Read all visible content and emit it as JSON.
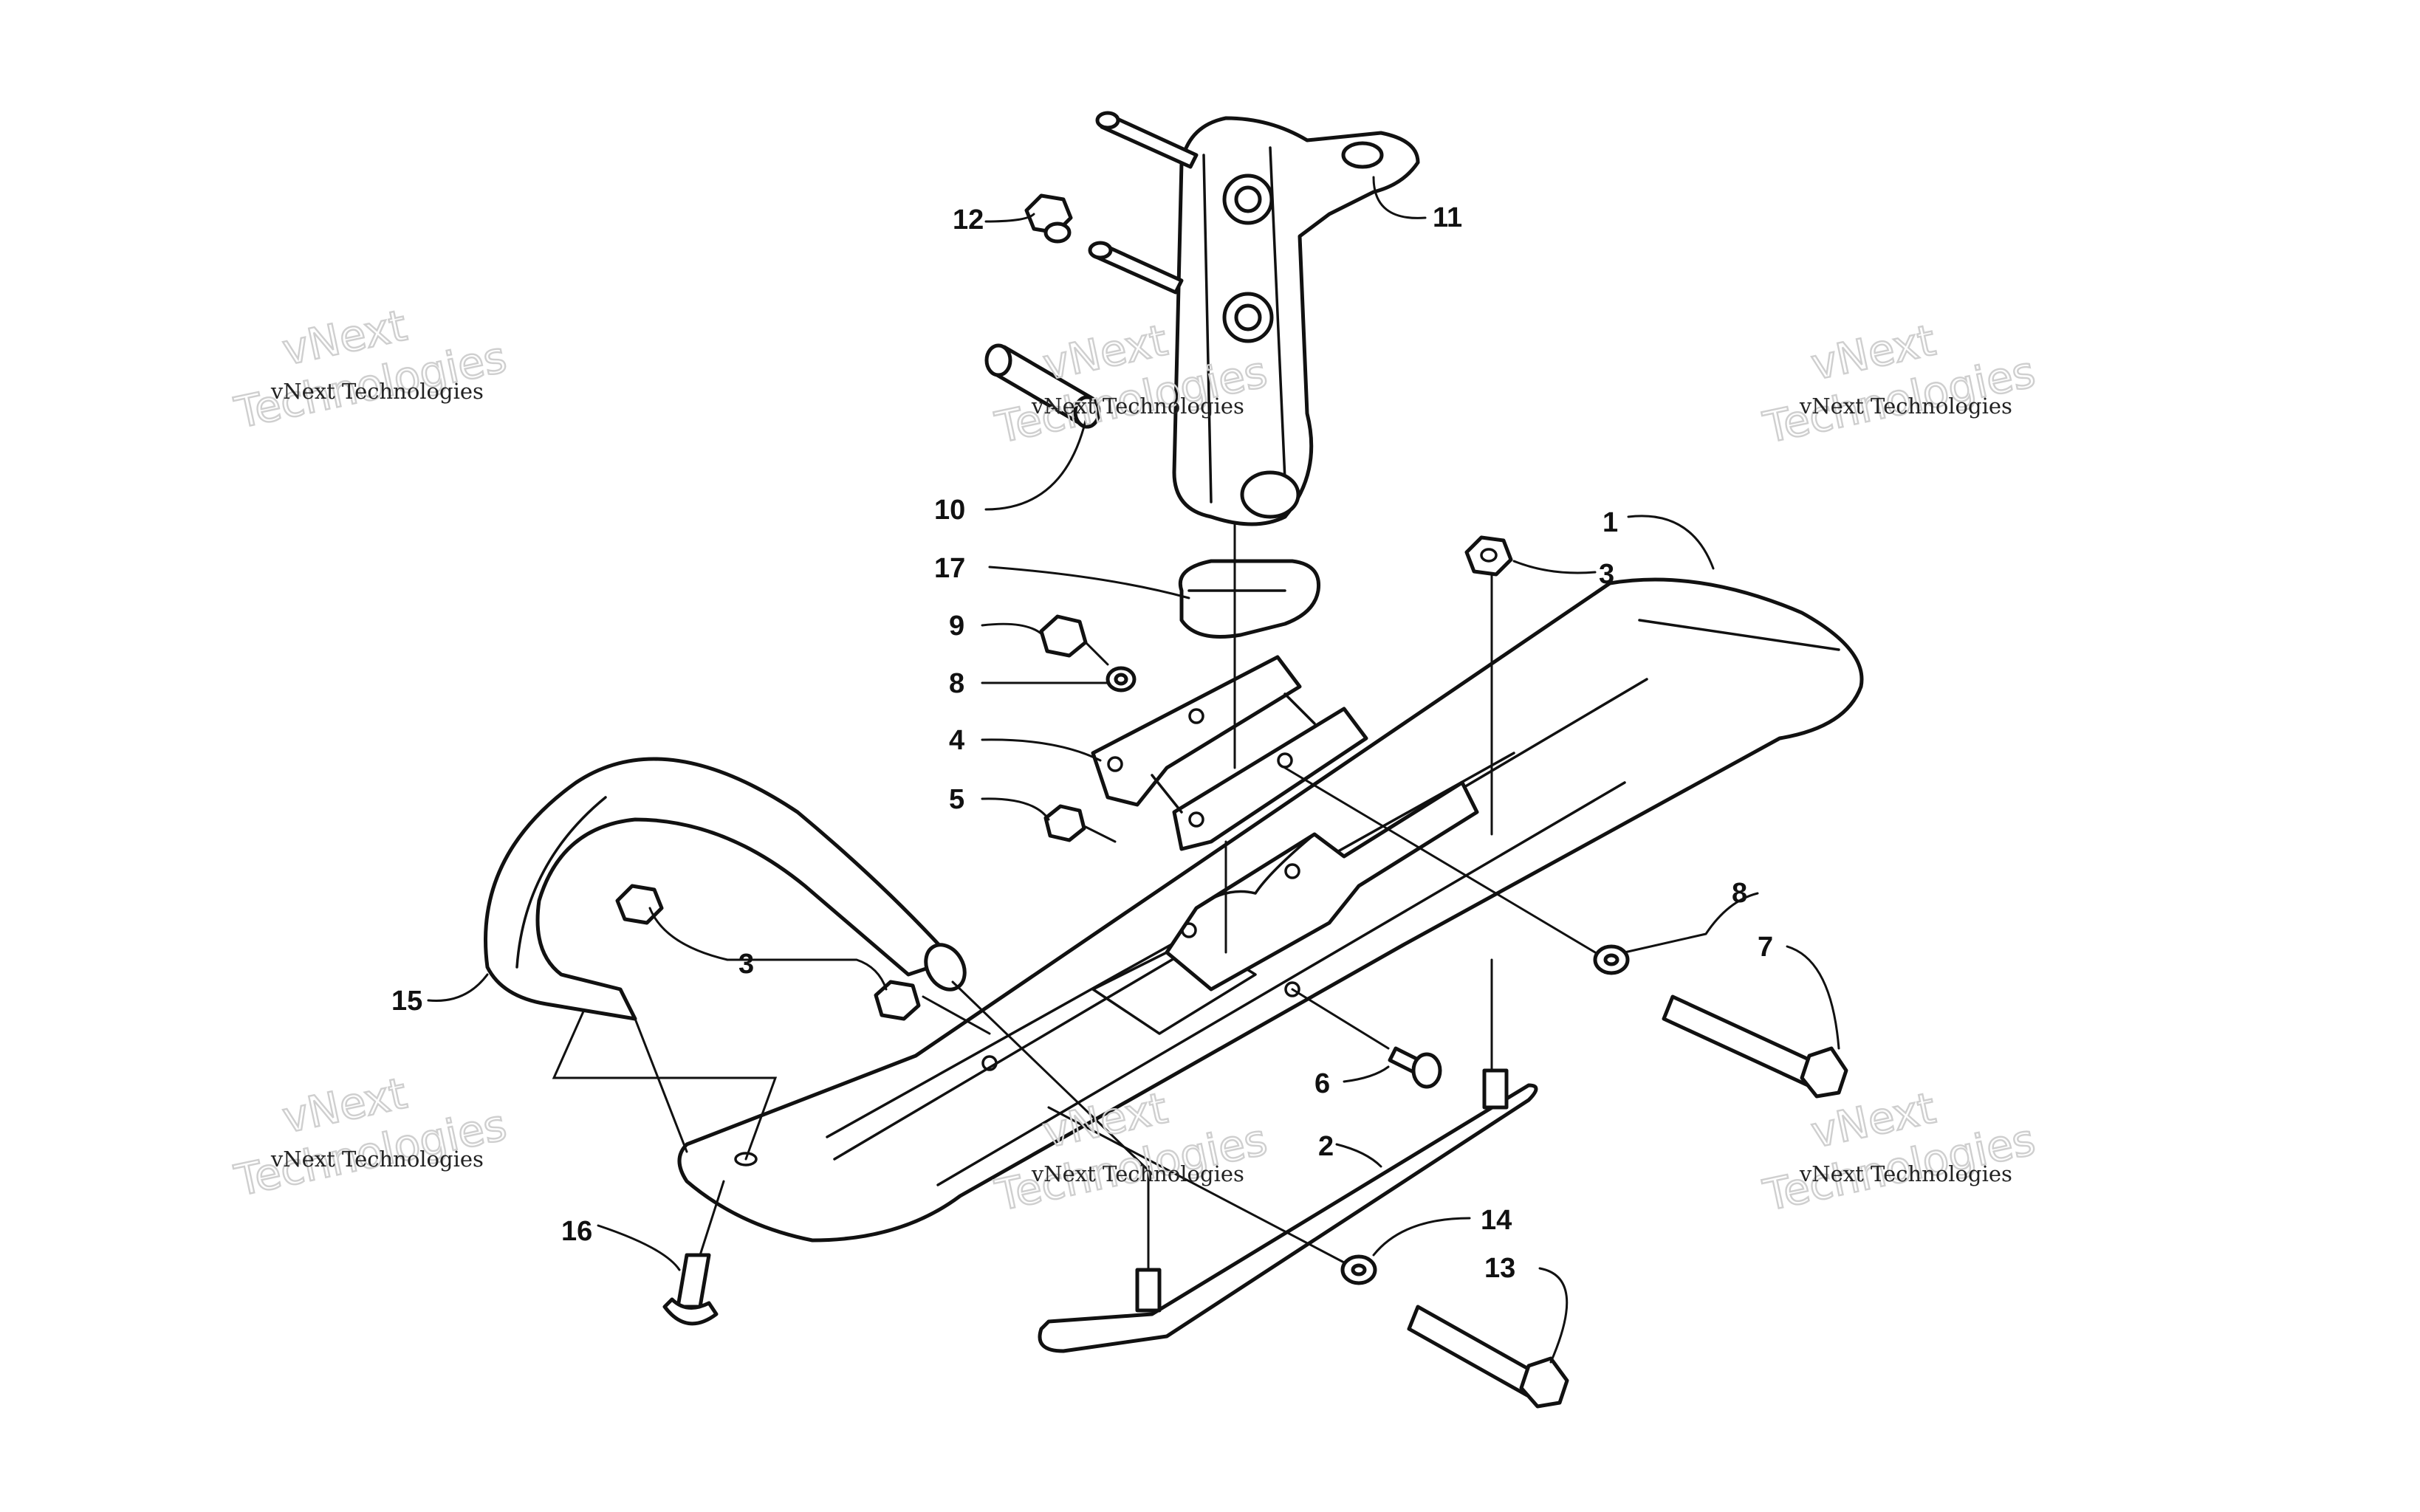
{
  "callouts": [
    "1",
    "2",
    "3",
    "3",
    "4",
    "5",
    "6",
    "7",
    "8",
    "8",
    "9",
    "10",
    "11",
    "12",
    "13",
    "14",
    "15",
    "16",
    "17"
  ],
  "watermarks": {
    "top_line": "vNext",
    "bottom_line": "Technologies",
    "caption": "vNext Technologies"
  },
  "colors": {
    "line": "#111111",
    "watermark": "#cfcfcf",
    "background": "#ffffff"
  }
}
